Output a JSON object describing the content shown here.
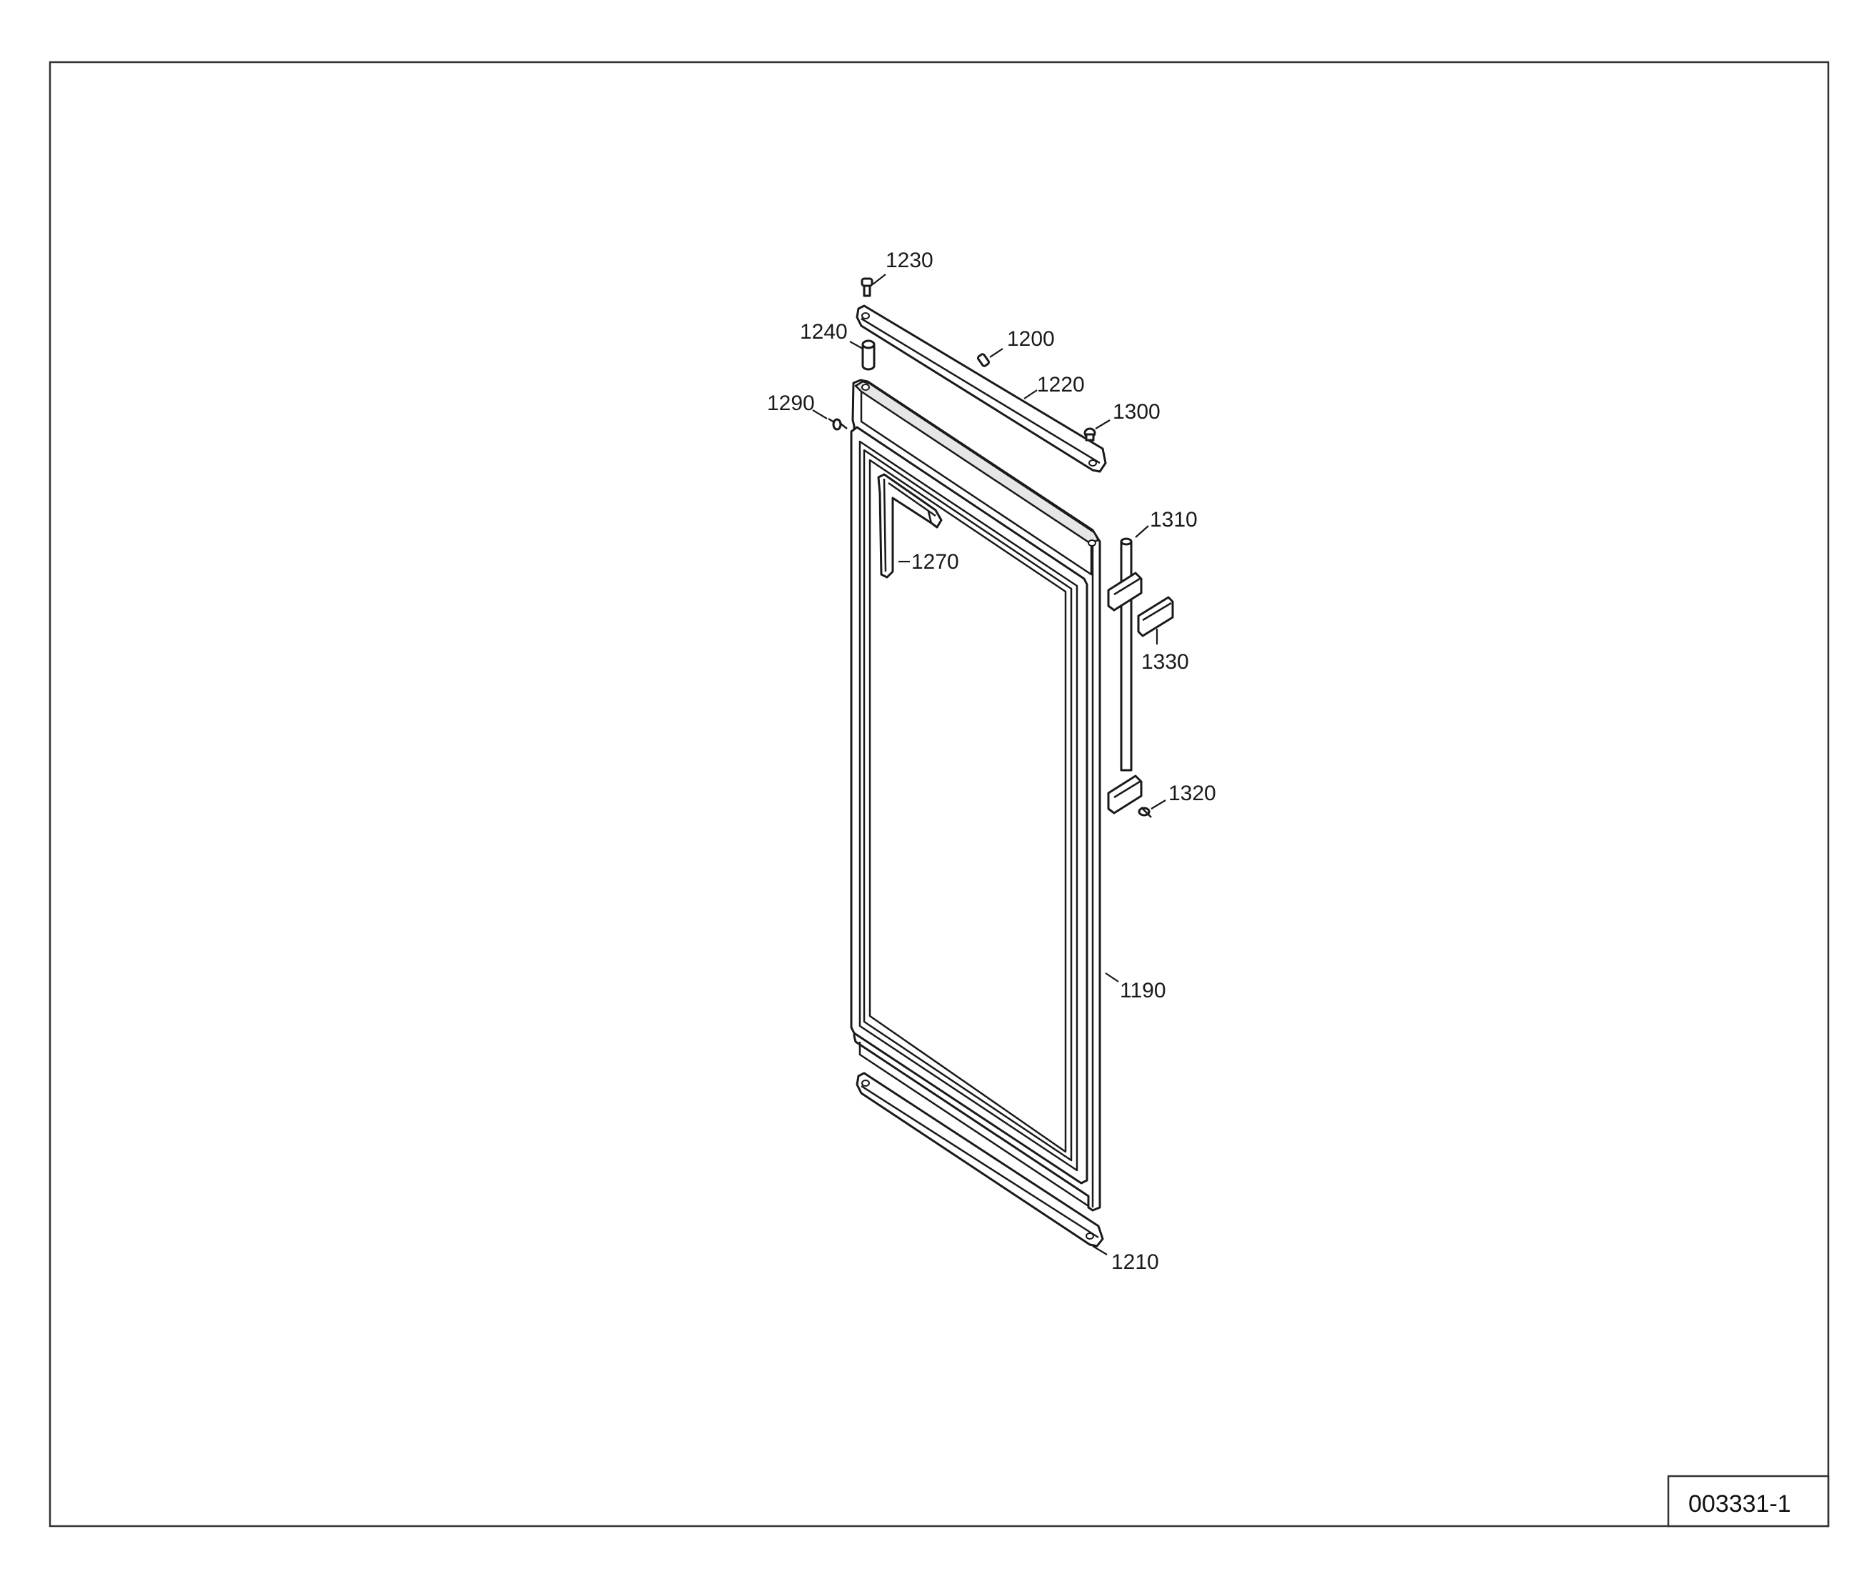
{
  "drawing": {
    "reference_number": "003331-1",
    "callouts": {
      "1190": "1190",
      "1200": "1200",
      "1210": "1210",
      "1220": "1220",
      "1230": "1230",
      "1240": "1240",
      "1270": "1270",
      "1290": "1290",
      "1300": "1300",
      "1310": "1310",
      "1320": "1320",
      "1330": "1330"
    }
  }
}
